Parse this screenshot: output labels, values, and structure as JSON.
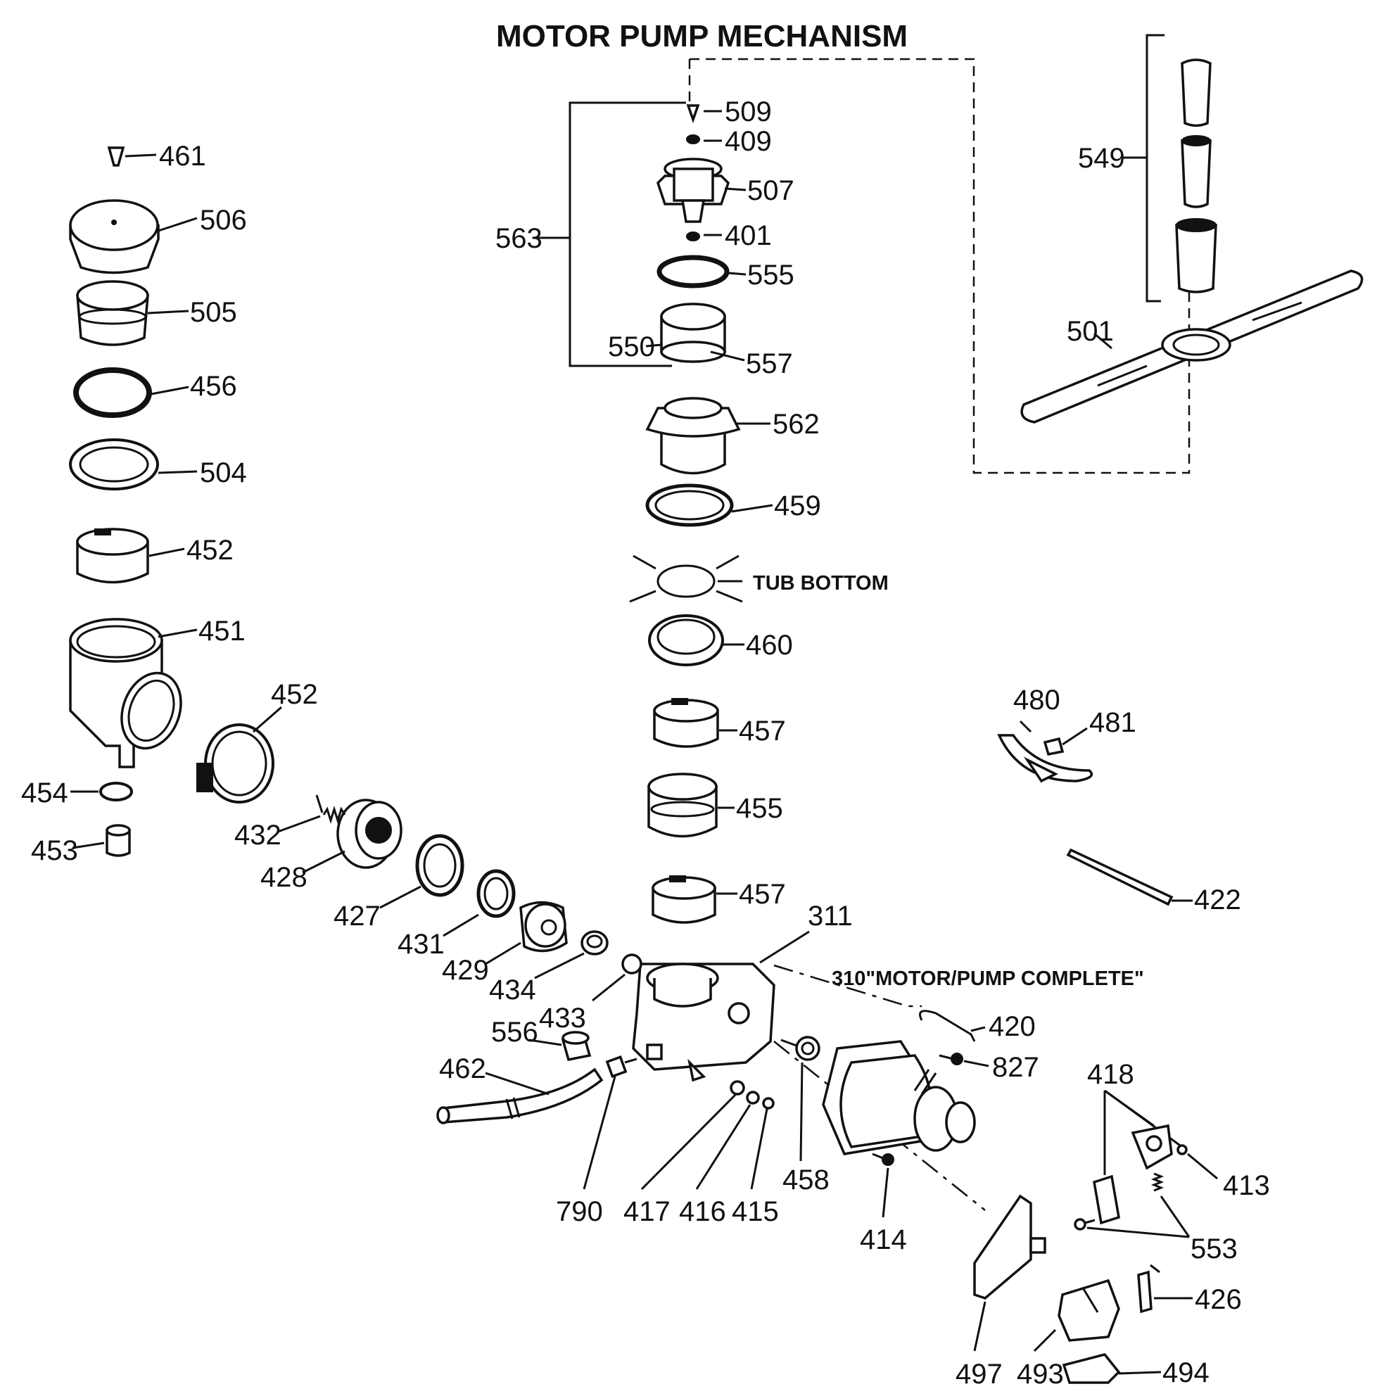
{
  "title": "MOTOR PUMP MECHANISM",
  "notes": {
    "tub_bottom": "TUB BOTTOM",
    "motor_pump_complete": "310\"MOTOR/PUMP COMPLETE\""
  },
  "part_labels": {
    "p509": "509",
    "p409": "409",
    "p507": "507",
    "p401": "401",
    "p555": "555",
    "p550": "550",
    "p557": "557",
    "p563": "563",
    "p562": "562",
    "p459": "459",
    "p460": "460",
    "p457a": "457",
    "p455": "455",
    "p457b": "457",
    "p311": "311",
    "p549": "549",
    "p501": "501",
    "p461": "461",
    "p506": "506",
    "p505": "505",
    "p456": "456",
    "p504": "504",
    "p452a": "452",
    "p451": "451",
    "p452b": "452",
    "p454": "454",
    "p453": "453",
    "p432": "432",
    "p428": "428",
    "p427": "427",
    "p431": "431",
    "p429": "429",
    "p434": "434",
    "p433": "433",
    "p556": "556",
    "p462": "462",
    "p790": "790",
    "p417": "417",
    "p416": "416",
    "p415": "415",
    "p458": "458",
    "p414": "414",
    "p420": "420",
    "p827": "827",
    "p480": "480",
    "p481": "481",
    "p422": "422",
    "p418": "418",
    "p413": "413",
    "p553": "553",
    "p426": "426",
    "p497": "497",
    "p493": "493",
    "p494": "494"
  }
}
